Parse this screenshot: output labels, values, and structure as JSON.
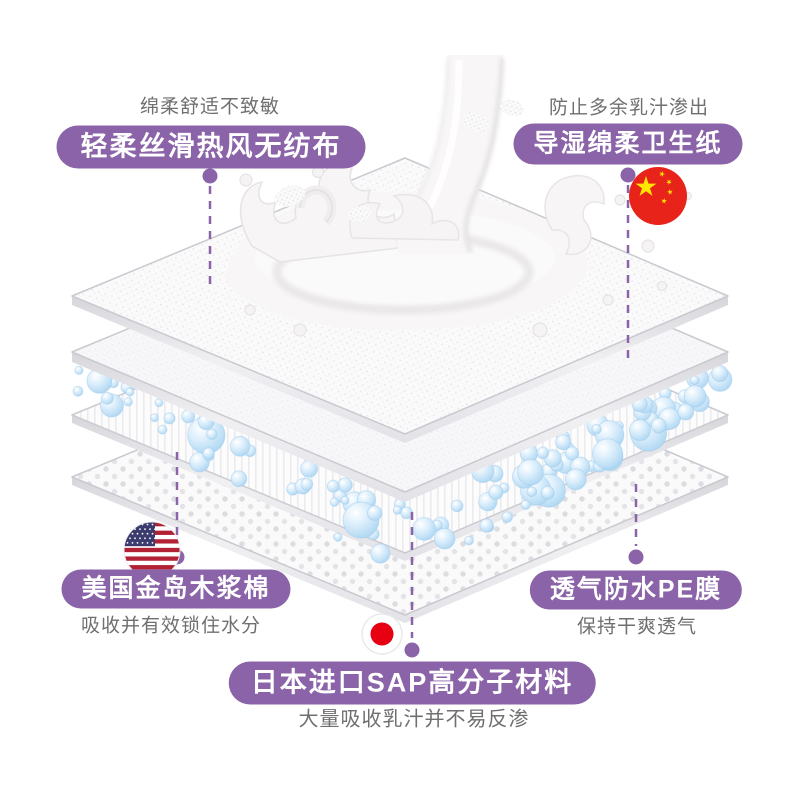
{
  "annotations": {
    "nonwoven": {
      "caption": "绵柔舒适不致敏",
      "label": "轻柔丝滑热风无纺布"
    },
    "tissue": {
      "caption": "防止多余乳汁渗出",
      "label": "导湿绵柔卫生纸"
    },
    "pulp": {
      "label": "美国金岛木浆棉",
      "caption": "吸收并有效锁住水分"
    },
    "sap": {
      "label": "日本进口SAP高分子材料",
      "caption": "大量吸收乳汁并不易反渗"
    },
    "pe": {
      "label": "透气防水PE膜",
      "caption": "保持干爽透气"
    }
  },
  "icons": {
    "china_flag": "china-flag-icon",
    "usa_flag": "usa-flag-icon",
    "japan_flag": "japan-flag-icon"
  },
  "colors": {
    "accent_purple": "#8a63a8",
    "caption_gray": "#6f6f6f",
    "china_red": "#e8231a",
    "star_gold": "#ffe600",
    "usa_red": "#b22234",
    "usa_blue": "#3c3b6e",
    "japan_red": "#e60012",
    "bead_blue": "#aed7f2"
  }
}
